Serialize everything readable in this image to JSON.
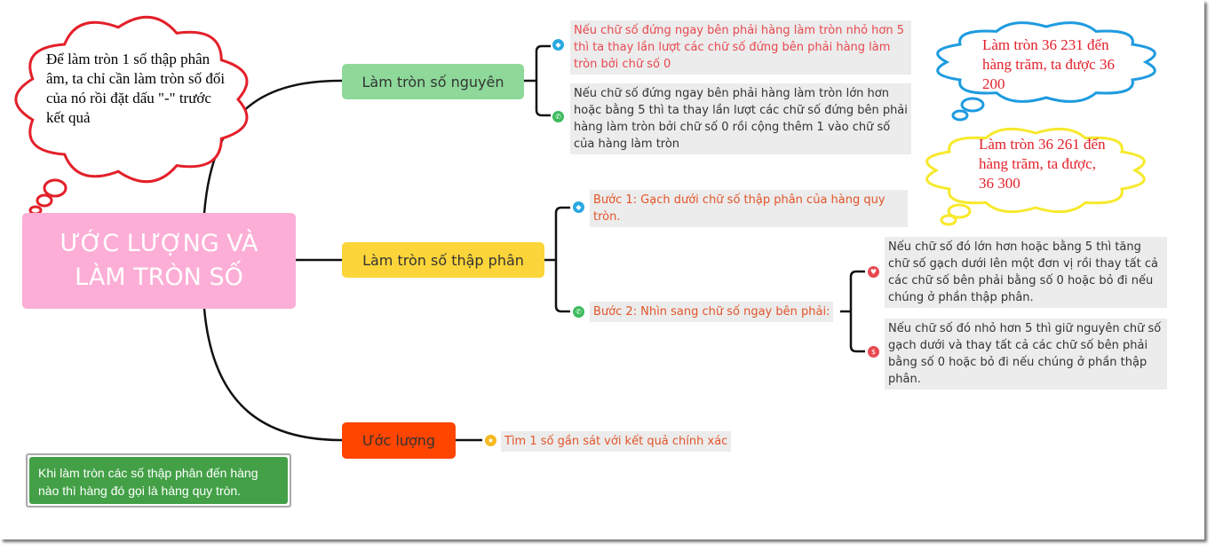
{
  "central": {
    "title": "ƯỚC LƯỢNG VÀ LÀM TRÒN SỐ"
  },
  "branches": [
    {
      "label": "Làm tròn số nguyên",
      "color": "#8ed99a",
      "children": [
        {
          "icon": "diamond-icon",
          "text": "Nếu chữ số đứng ngay bên phải hàng làm tròn nhỏ hơn 5 thì ta thay lần lượt các chữ số đứng bên phải hàng làm tròn bởi chữ số 0"
        },
        {
          "icon": "phone-icon",
          "text": "Nếu chữ số đứng ngay bên phải hàng làm tròn lớn hơn hoặc bằng 5 thì ta thay lần lượt các chữ số đứng bên phải hàng làm tròn bởi chữ số 0 rồi cộng thêm 1 vào chữ số của hàng làm tròn"
        }
      ]
    },
    {
      "label": "Làm tròn số thập phân",
      "color": "#fcd53a",
      "children": [
        {
          "icon": "diamond-icon",
          "text": "Bước 1: Gạch dưới chữ số thập phân của hàng quy tròn."
        },
        {
          "icon": "phone-icon",
          "text": "Bước 2: Nhìn sang chữ số ngay bên phải:",
          "children": [
            {
              "icon": "heart-icon",
              "text": "Nếu chữ số đó lớn hơn hoặc bằng 5 thì tăng chữ số gạch dưới lên một đơn vị rồi thay tất cả các chữ số bên phải bằng số 0 hoặc bỏ đi nếu chúng ở phần thập phân."
            },
            {
              "icon": "dollar-icon",
              "text": "Nếu chữ số đó nhỏ hơn 5 thì giữ nguyên chữ số gạch dưới và thay tất cả các chữ số bên phải bằng số 0 hoặc bỏ đi nếu chúng ở phần thập phân."
            }
          ]
        }
      ]
    },
    {
      "label": "Ước lượng",
      "color": "#ff4500",
      "children": [
        {
          "icon": "star-icon",
          "text": "Tìm 1 số gần sát với kết quả chính xác"
        }
      ]
    }
  ],
  "clouds": [
    {
      "text": "Để làm tròn 1 số thập phân âm, ta chỉ cần làm tròn số đối của nó rồi đặt dấu \"-\" trước kết quả",
      "border": "#e3202a",
      "text_color": "#000000"
    },
    {
      "text": "Làm tròn 36 231 đến hàng trăm, ta được 36 200",
      "border": "#1e9be0",
      "text_color": "#e3202a"
    },
    {
      "text": "Làm tròn 36 261 đến hàng trăm, ta được, 36 300",
      "border": "#f7e92c",
      "text_color": "#e3202a"
    }
  ],
  "note": {
    "text": "Khi làm tròn các số thập phân đến hàng nào thì hàng đó gọi là hàng quy tròn.",
    "color": "#43a047"
  }
}
